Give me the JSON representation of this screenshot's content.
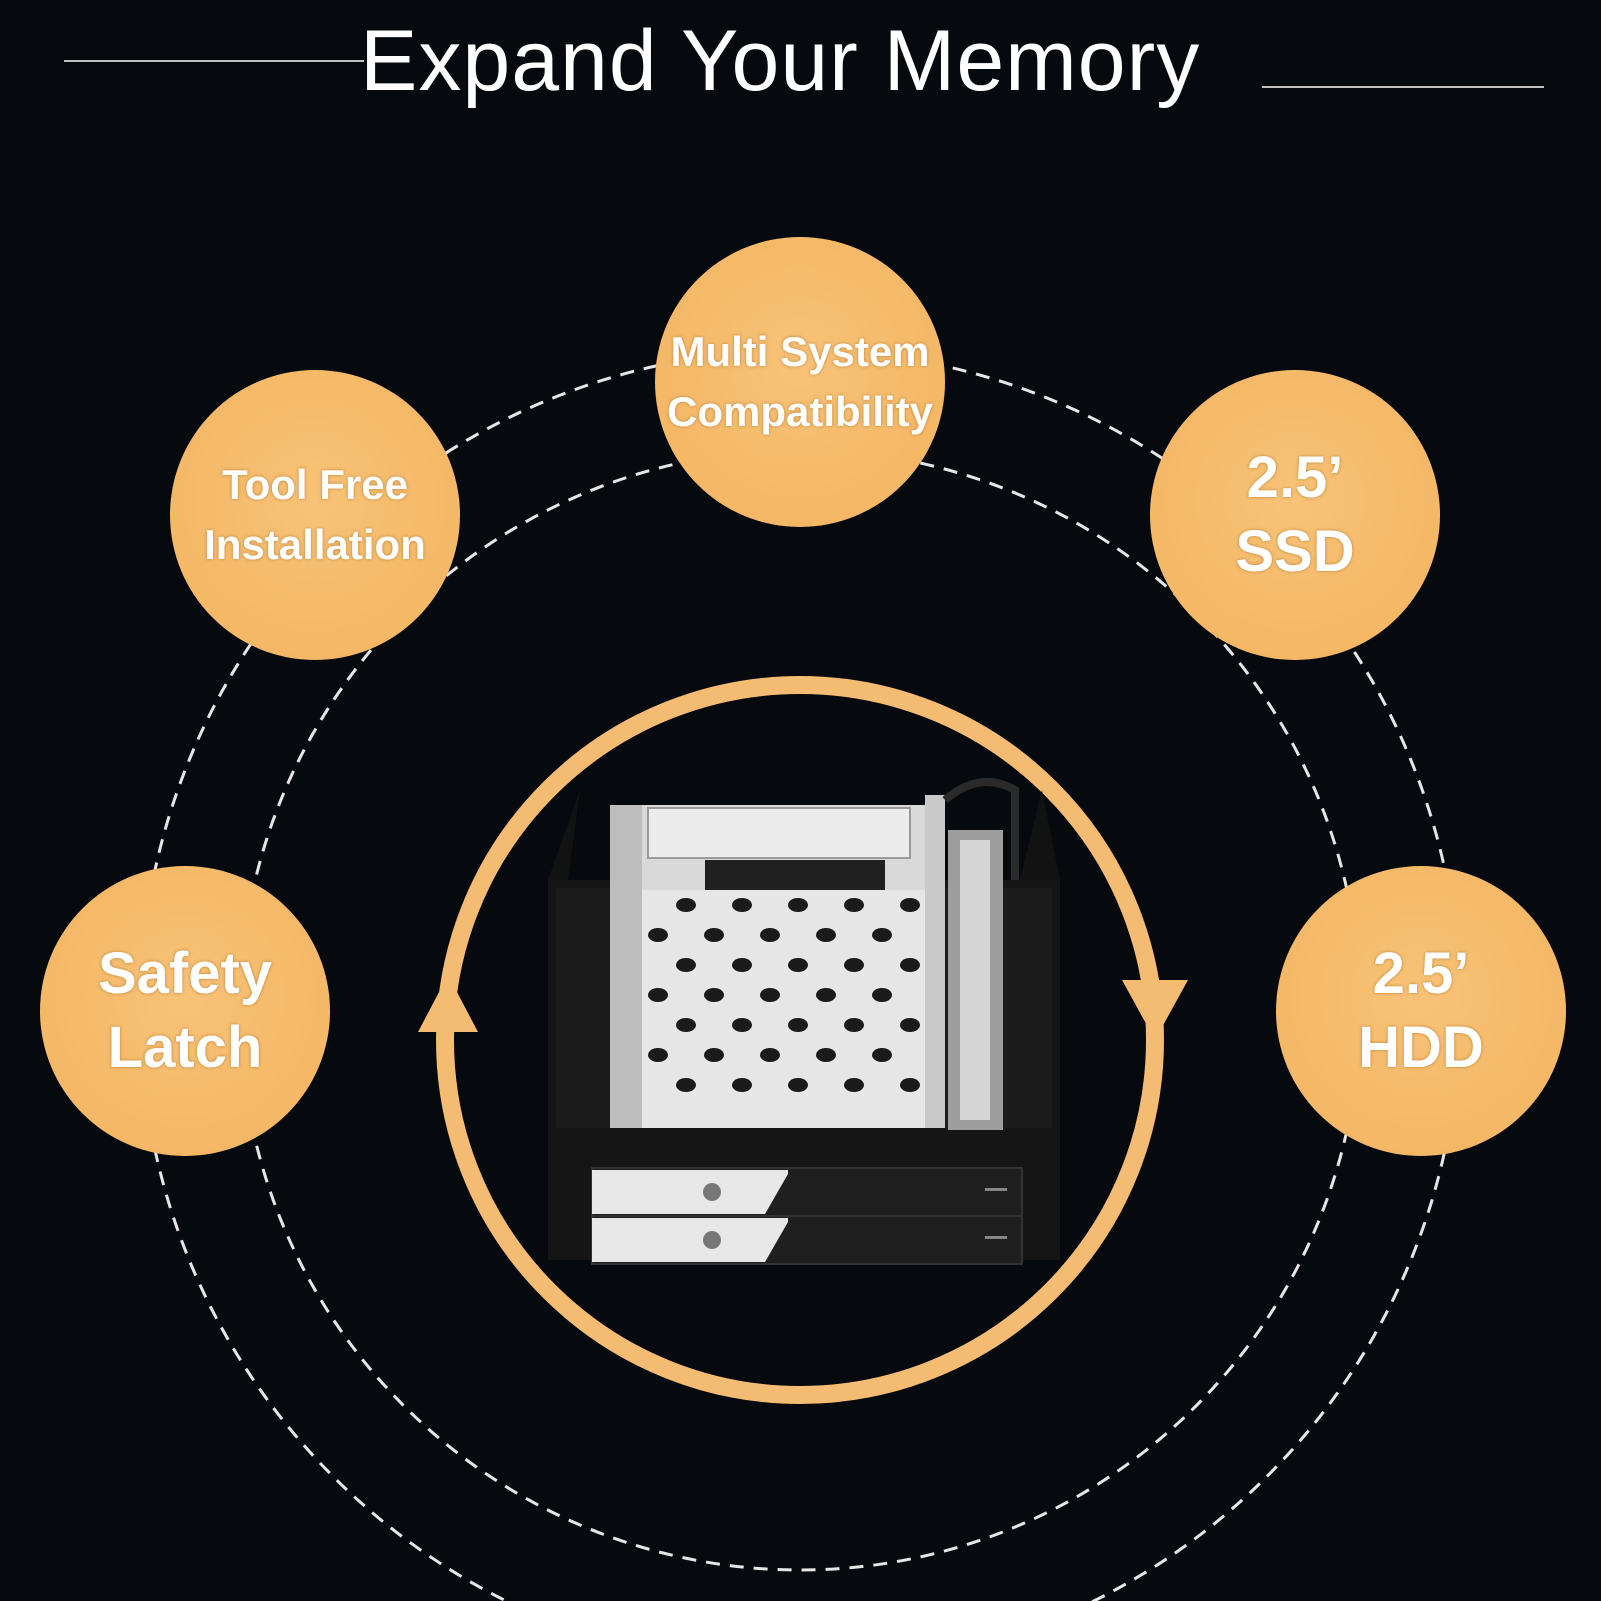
{
  "title": "Expand Your Memory",
  "colors": {
    "background": "#06090d",
    "accent": "#f6bd6f",
    "ring": "#f4bb72",
    "dashed": "#e6e6e6"
  },
  "features": [
    {
      "id": "multi-system",
      "line1": "Multi System",
      "line2": "Compatibility"
    },
    {
      "id": "tool-free",
      "line1": "Tool Free",
      "line2": "Installation"
    },
    {
      "id": "ssd",
      "line1": "2.5’",
      "line2": "SSD"
    },
    {
      "id": "safety-latch",
      "line1": "Safety",
      "line2": "Latch"
    },
    {
      "id": "hdd",
      "line1": "2.5’",
      "line2": "HDD"
    }
  ],
  "product_image": {
    "icon": "hdd-enclosure-image"
  }
}
